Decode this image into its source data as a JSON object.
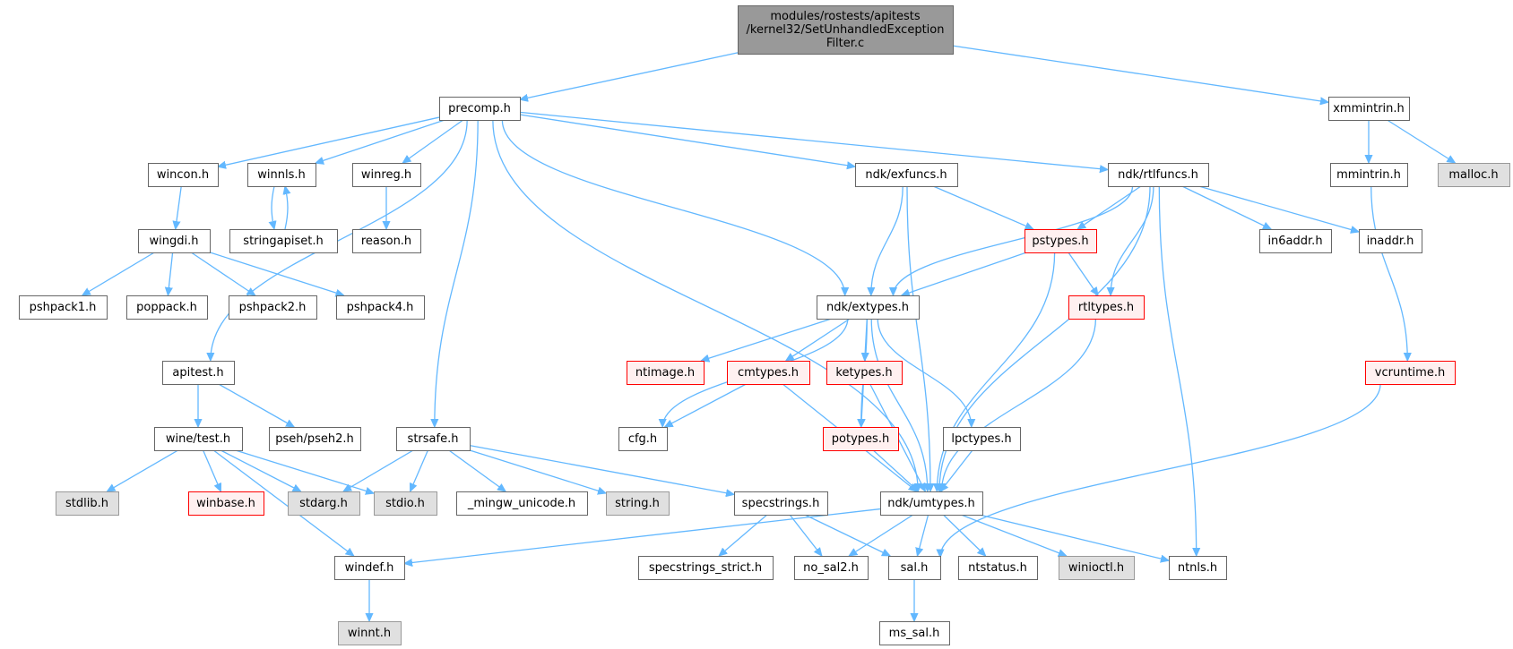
{
  "graph": {
    "kind": "include-dependency-graph",
    "colors": {
      "edge": "#63b8ff",
      "root_fill": "#999999",
      "root_border": "#666666",
      "normal_fill": "#ffffff",
      "normal_border": "#666666",
      "missing_fill": "#fff0f0",
      "missing_border": "#ff0000",
      "system_fill": "#e0e0e0",
      "system_border": "#999999"
    },
    "nodes": [
      {
        "id": "root",
        "lines": [
          "modules/rostests/apitests",
          "/kernel32/SetUnhandledException",
          "Filter.c"
        ],
        "style": "root"
      },
      {
        "id": "precomp",
        "lines": [
          "precomp.h"
        ],
        "style": "normal"
      },
      {
        "id": "xmmintrin",
        "lines": [
          "xmmintrin.h"
        ],
        "style": "normal"
      },
      {
        "id": "wincon",
        "lines": [
          "wincon.h"
        ],
        "style": "normal"
      },
      {
        "id": "winnls",
        "lines": [
          "winnls.h"
        ],
        "style": "normal"
      },
      {
        "id": "winreg",
        "lines": [
          "winreg.h"
        ],
        "style": "normal"
      },
      {
        "id": "exfuncs",
        "lines": [
          "ndk/exfuncs.h"
        ],
        "style": "normal"
      },
      {
        "id": "rtlfuncs",
        "lines": [
          "ndk/rtlfuncs.h"
        ],
        "style": "normal"
      },
      {
        "id": "mmintrin",
        "lines": [
          "mmintrin.h"
        ],
        "style": "normal"
      },
      {
        "id": "malloc",
        "lines": [
          "malloc.h"
        ],
        "style": "system"
      },
      {
        "id": "wingdi",
        "lines": [
          "wingdi.h"
        ],
        "style": "normal"
      },
      {
        "id": "stringapiset",
        "lines": [
          "stringapiset.h"
        ],
        "style": "normal"
      },
      {
        "id": "reason",
        "lines": [
          "reason.h"
        ],
        "style": "normal"
      },
      {
        "id": "pstypes",
        "lines": [
          "pstypes.h"
        ],
        "style": "missing"
      },
      {
        "id": "in6addr",
        "lines": [
          "in6addr.h"
        ],
        "style": "normal"
      },
      {
        "id": "inaddr",
        "lines": [
          "inaddr.h"
        ],
        "style": "normal"
      },
      {
        "id": "pshpack1",
        "lines": [
          "pshpack1.h"
        ],
        "style": "normal"
      },
      {
        "id": "poppack",
        "lines": [
          "poppack.h"
        ],
        "style": "normal"
      },
      {
        "id": "pshpack2",
        "lines": [
          "pshpack2.h"
        ],
        "style": "normal"
      },
      {
        "id": "pshpack4",
        "lines": [
          "pshpack4.h"
        ],
        "style": "normal"
      },
      {
        "id": "extypes",
        "lines": [
          "ndk/extypes.h"
        ],
        "style": "normal"
      },
      {
        "id": "rtltypes",
        "lines": [
          "rtltypes.h"
        ],
        "style": "missing"
      },
      {
        "id": "apitest",
        "lines": [
          "apitest.h"
        ],
        "style": "normal"
      },
      {
        "id": "ntimage",
        "lines": [
          "ntimage.h"
        ],
        "style": "missing"
      },
      {
        "id": "cmtypes",
        "lines": [
          "cmtypes.h"
        ],
        "style": "missing"
      },
      {
        "id": "ketypes",
        "lines": [
          "ketypes.h"
        ],
        "style": "missing"
      },
      {
        "id": "vcruntime",
        "lines": [
          "vcruntime.h"
        ],
        "style": "missing"
      },
      {
        "id": "winetest",
        "lines": [
          "wine/test.h"
        ],
        "style": "normal"
      },
      {
        "id": "psehpseh2",
        "lines": [
          "pseh/pseh2.h"
        ],
        "style": "normal"
      },
      {
        "id": "strsafe",
        "lines": [
          "strsafe.h"
        ],
        "style": "normal"
      },
      {
        "id": "cfg",
        "lines": [
          "cfg.h"
        ],
        "style": "normal"
      },
      {
        "id": "potypes",
        "lines": [
          "potypes.h"
        ],
        "style": "missing"
      },
      {
        "id": "lpctypes",
        "lines": [
          "lpctypes.h"
        ],
        "style": "normal"
      },
      {
        "id": "stdlib",
        "lines": [
          "stdlib.h"
        ],
        "style": "system"
      },
      {
        "id": "winbase",
        "lines": [
          "winbase.h"
        ],
        "style": "missing"
      },
      {
        "id": "stdarg",
        "lines": [
          "stdarg.h"
        ],
        "style": "system"
      },
      {
        "id": "stdio",
        "lines": [
          "stdio.h"
        ],
        "style": "system"
      },
      {
        "id": "mingwunicode",
        "lines": [
          "_mingw_unicode.h"
        ],
        "style": "normal"
      },
      {
        "id": "string",
        "lines": [
          "string.h"
        ],
        "style": "system"
      },
      {
        "id": "specstrings",
        "lines": [
          "specstrings.h"
        ],
        "style": "normal"
      },
      {
        "id": "umtypes",
        "lines": [
          "ndk/umtypes.h"
        ],
        "style": "normal"
      },
      {
        "id": "windef",
        "lines": [
          "windef.h"
        ],
        "style": "normal"
      },
      {
        "id": "specstrict",
        "lines": [
          "specstrings_strict.h"
        ],
        "style": "normal"
      },
      {
        "id": "nosal2",
        "lines": [
          "no_sal2.h"
        ],
        "style": "normal"
      },
      {
        "id": "sal",
        "lines": [
          "sal.h"
        ],
        "style": "normal"
      },
      {
        "id": "ntstatus",
        "lines": [
          "ntstatus.h"
        ],
        "style": "normal"
      },
      {
        "id": "winioctl",
        "lines": [
          "winioctl.h"
        ],
        "style": "system"
      },
      {
        "id": "ntnls",
        "lines": [
          "ntnls.h"
        ],
        "style": "normal"
      },
      {
        "id": "winnt",
        "lines": [
          "winnt.h"
        ],
        "style": "system"
      },
      {
        "id": "mssal",
        "lines": [
          "ms_sal.h"
        ],
        "style": "normal"
      }
    ],
    "edges": [
      [
        "root",
        "precomp"
      ],
      [
        "root",
        "xmmintrin"
      ],
      [
        "precomp",
        "apitest"
      ],
      [
        "precomp",
        "wincon"
      ],
      [
        "precomp",
        "winnls"
      ],
      [
        "precomp",
        "winreg"
      ],
      [
        "precomp",
        "strsafe"
      ],
      [
        "precomp",
        "umtypes"
      ],
      [
        "precomp",
        "extypes"
      ],
      [
        "precomp",
        "exfuncs"
      ],
      [
        "precomp",
        "rtlfuncs"
      ],
      [
        "xmmintrin",
        "mmintrin"
      ],
      [
        "xmmintrin",
        "malloc"
      ],
      [
        "wincon",
        "wingdi"
      ],
      [
        "winnls",
        "stringapiset"
      ],
      [
        "stringapiset",
        "winnls"
      ],
      [
        "winreg",
        "reason"
      ],
      [
        "exfuncs",
        "extypes"
      ],
      [
        "exfuncs",
        "pstypes"
      ],
      [
        "exfuncs",
        "umtypes"
      ],
      [
        "rtlfuncs",
        "extypes"
      ],
      [
        "rtlfuncs",
        "pstypes"
      ],
      [
        "rtlfuncs",
        "rtltypes"
      ],
      [
        "rtlfuncs",
        "umtypes"
      ],
      [
        "rtlfuncs",
        "in6addr"
      ],
      [
        "rtlfuncs",
        "inaddr"
      ],
      [
        "rtlfuncs",
        "ntnls"
      ],
      [
        "mmintrin",
        "vcruntime"
      ],
      [
        "wingdi",
        "pshpack1"
      ],
      [
        "wingdi",
        "poppack"
      ],
      [
        "wingdi",
        "pshpack2"
      ],
      [
        "wingdi",
        "pshpack4"
      ],
      [
        "pstypes",
        "extypes"
      ],
      [
        "pstypes",
        "rtltypes"
      ],
      [
        "pstypes",
        "umtypes"
      ],
      [
        "extypes",
        "ntimage"
      ],
      [
        "extypes",
        "cmtypes"
      ],
      [
        "extypes",
        "ketypes"
      ],
      [
        "extypes",
        "cfg"
      ],
      [
        "extypes",
        "potypes"
      ],
      [
        "extypes",
        "lpctypes"
      ],
      [
        "extypes",
        "umtypes"
      ],
      [
        "rtltypes",
        "umtypes"
      ],
      [
        "apitest",
        "winetest"
      ],
      [
        "apitest",
        "psehpseh2"
      ],
      [
        "cmtypes",
        "cfg"
      ],
      [
        "cmtypes",
        "umtypes"
      ],
      [
        "ketypes",
        "potypes"
      ],
      [
        "ketypes",
        "umtypes"
      ],
      [
        "vcruntime",
        "sal"
      ],
      [
        "winetest",
        "stdlib"
      ],
      [
        "winetest",
        "winbase"
      ],
      [
        "winetest",
        "stdarg"
      ],
      [
        "winetest",
        "stdio"
      ],
      [
        "winetest",
        "windef"
      ],
      [
        "strsafe",
        "stdarg"
      ],
      [
        "strsafe",
        "stdio"
      ],
      [
        "strsafe",
        "mingwunicode"
      ],
      [
        "strsafe",
        "string"
      ],
      [
        "strsafe",
        "specstrings"
      ],
      [
        "potypes",
        "umtypes"
      ],
      [
        "lpctypes",
        "umtypes"
      ],
      [
        "specstrings",
        "specstrict"
      ],
      [
        "specstrings",
        "nosal2"
      ],
      [
        "specstrings",
        "sal"
      ],
      [
        "umtypes",
        "windef"
      ],
      [
        "umtypes",
        "nosal2"
      ],
      [
        "umtypes",
        "sal"
      ],
      [
        "umtypes",
        "ntstatus"
      ],
      [
        "umtypes",
        "winioctl"
      ],
      [
        "umtypes",
        "ntnls"
      ],
      [
        "windef",
        "winnt"
      ],
      [
        "sal",
        "mssal"
      ]
    ]
  }
}
